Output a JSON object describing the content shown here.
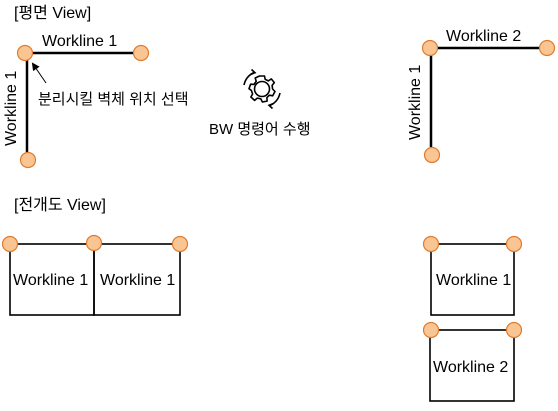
{
  "plan_view": {
    "title": "[평면 View]",
    "left": {
      "wall_horizontal_label": "Workline 1",
      "wall_vertical_label": "Workline 1",
      "annotation": "분리시킬 벽체 위치 선택"
    },
    "right": {
      "wall_horizontal_label": "Workline 2",
      "wall_vertical_label": "Workline 1"
    }
  },
  "command": {
    "icon": "gear-sync-icon",
    "label": "BW 명령어 수행"
  },
  "elevation_view": {
    "title": "[전개도 View]",
    "left_boxes": [
      "Workline 1",
      "Workline 1"
    ],
    "right_boxes": [
      "Workline 1",
      "Workline 2"
    ]
  },
  "colors": {
    "node_fill": "#F9C593",
    "node_stroke": "#E07B2E",
    "line": "#000000"
  }
}
